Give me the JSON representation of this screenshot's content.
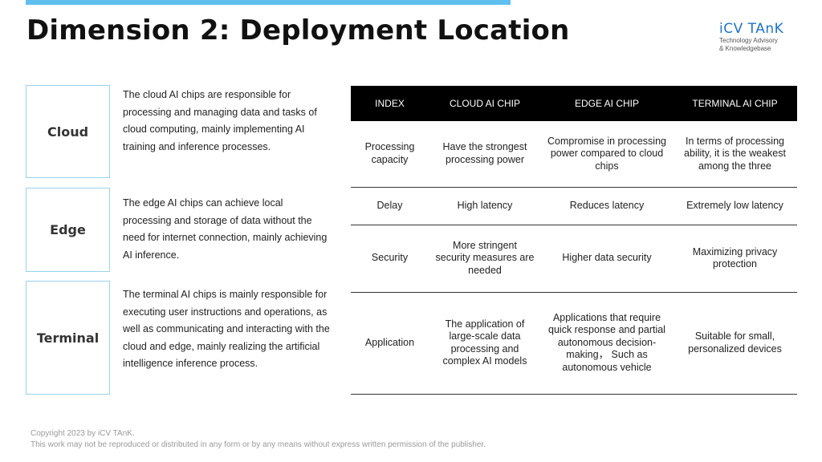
{
  "title": "Dimension 2: Deployment Location",
  "logo": {
    "mark": "iCV TAnK",
    "sub_line1": "Technology Advisory",
    "sub_line2": "& Knowledgebase"
  },
  "dimensions": [
    {
      "label": "Cloud",
      "description": "The cloud AI chips are responsible for processing and managing data and tasks of cloud computing, mainly implementing AI training and inference processes."
    },
    {
      "label": "Edge",
      "description": "The edge AI chips can achieve local processing and storage of data without the need for internet connection, mainly achieving AI inference."
    },
    {
      "label": "Terminal",
      "description": "The terminal AI chips is mainly responsible for executing user instructions and operations, as well as communicating and interacting with the cloud and edge, mainly realizing the artificial intelligence inference process."
    }
  ],
  "table": {
    "headers": [
      "INDEX",
      "CLOUD AI CHIP",
      "EDGE AI CHIP",
      "TERMINAL AI CHIP"
    ],
    "rows": [
      [
        "Processing capacity",
        "Have the strongest processing power",
        "Compromise in processing power compared to cloud chips",
        "In terms of processing ability, it is the weakest among the three"
      ],
      [
        "Delay",
        "High latency",
        "Reduces latency",
        "Extremely low latency"
      ],
      [
        "Security",
        "More stringent security measures are needed",
        "Higher data security",
        "Maximizing privacy protection"
      ],
      [
        "Application",
        "The application of large-scale data processing and complex AI models",
        "Applications that require quick response and partial autonomous decision-making， Such as autonomous vehicle",
        "Suitable for small, personalized devices"
      ]
    ]
  },
  "footer": {
    "line1": "Copyright  2023 by iCV TAnK.",
    "line2": "This work may not be reproduced or distributed in any form or by any means without express written permission of the publisher."
  }
}
